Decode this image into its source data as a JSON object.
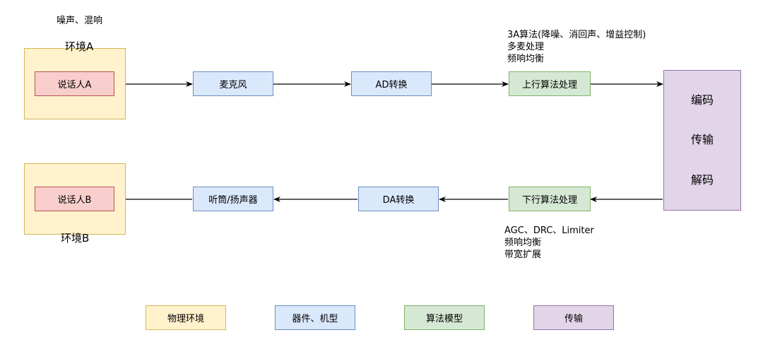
{
  "env_a": {
    "noise_label": "噪声、混响",
    "title": "环境A"
  },
  "env_b": {
    "title": "环境B"
  },
  "speaker_a": "说话人A",
  "speaker_b": "说话人B",
  "uplink": {
    "mic": "麦克风",
    "ad": "AD转换",
    "algo": "上行算法处理",
    "algo_notes": [
      "3A算法(降噪、消回声、增益控制)",
      "多麦处理",
      "频响均衡"
    ]
  },
  "downlink": {
    "speaker": "听筒/扬声器",
    "da": "DA转换",
    "algo": "下行算法处理",
    "algo_notes": [
      "AGC、DRC、Limiter",
      "频响均衡",
      "带宽扩展"
    ]
  },
  "transmission": [
    "编码",
    "传输",
    "解码"
  ],
  "legend": [
    {
      "label": "物理环境",
      "color": "#fff2cc"
    },
    {
      "label": "器件、机型",
      "color": "#dae8fc"
    },
    {
      "label": "算法模型",
      "color": "#d5e8d4"
    },
    {
      "label": "传输",
      "color": "#e1d5e7"
    }
  ]
}
